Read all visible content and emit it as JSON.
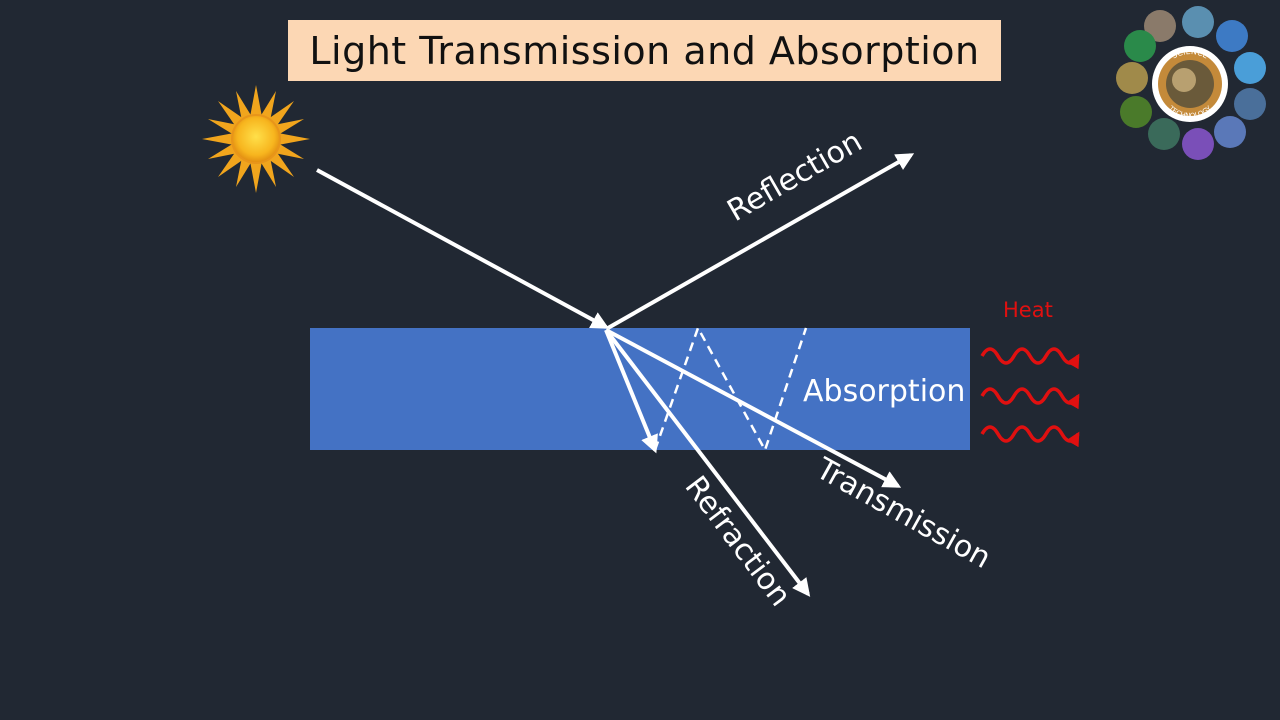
{
  "title": "Light Transmission and Absorption",
  "labels": {
    "reflection": "Reflection",
    "absorption": "Absorption",
    "refraction": "Refraction",
    "transmission": "Transmission",
    "heat": "Heat"
  },
  "logo": {
    "text_top": "SCIENCE",
    "text_bottom": "TECHNOLOGY"
  },
  "colors": {
    "background": "#212833",
    "title_bg": "#fcd7b4",
    "medium": "#4472c4",
    "ray": "#ffffff",
    "heat": "#e01010",
    "sun": "#f5a623"
  }
}
